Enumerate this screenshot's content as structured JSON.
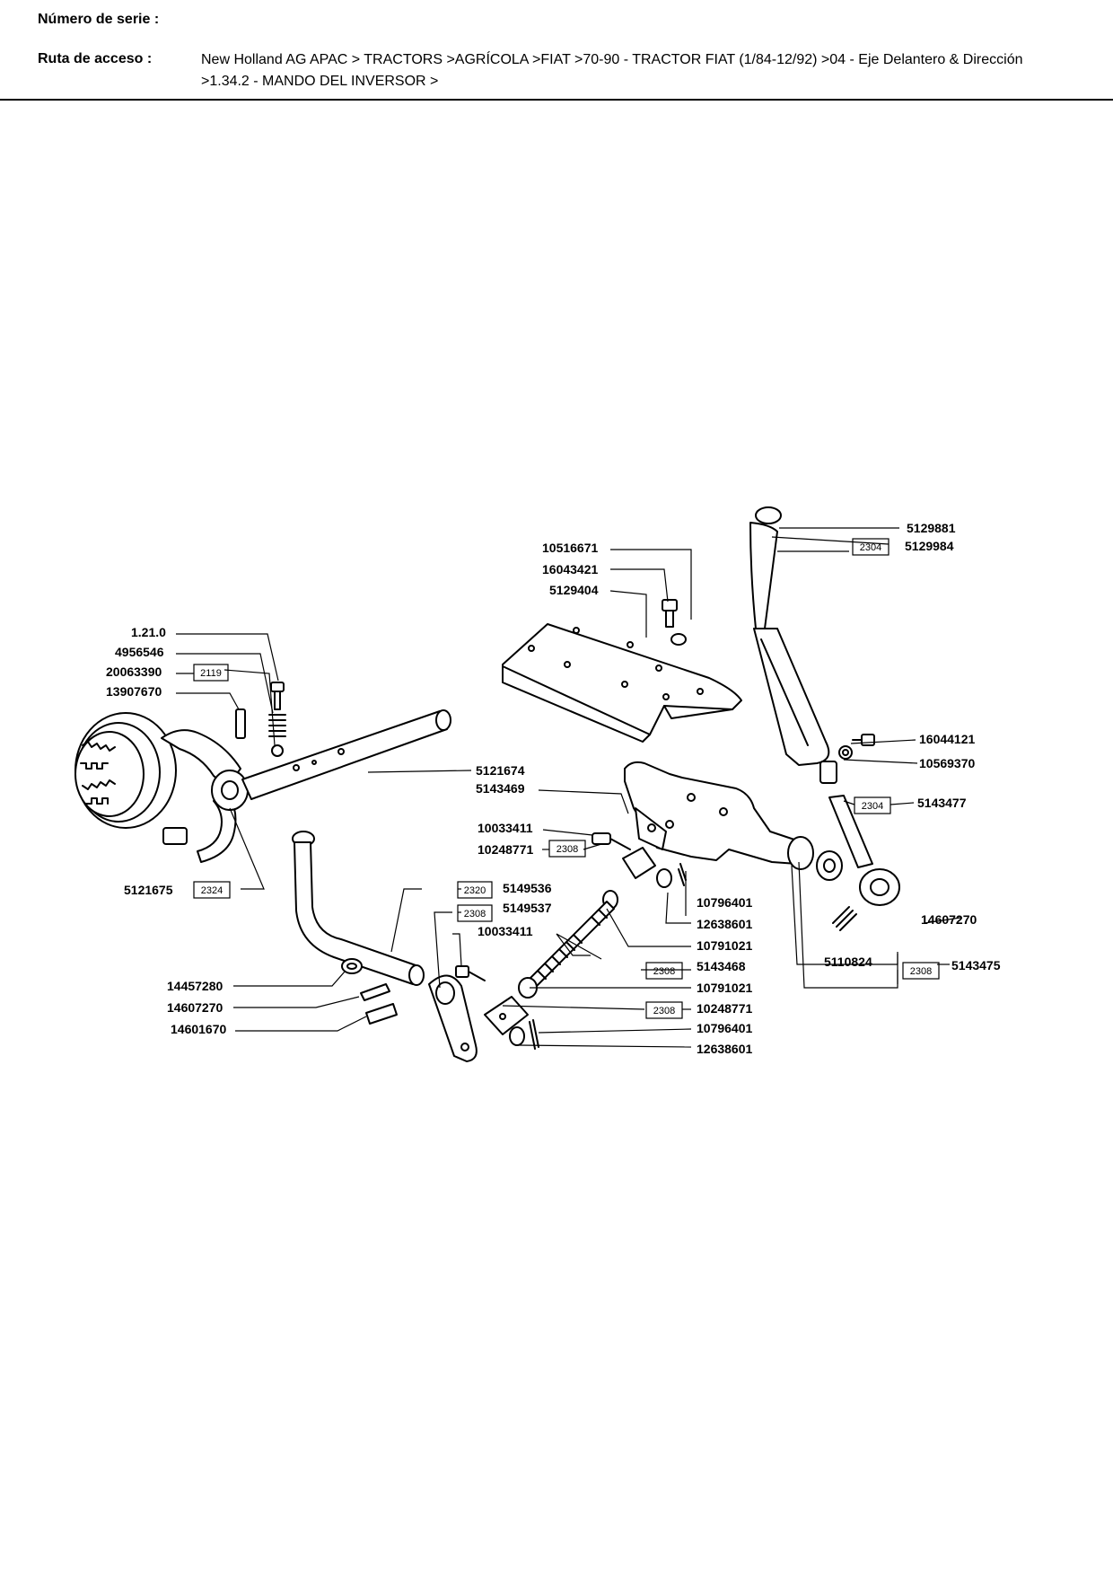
{
  "header": {
    "serial_label": "Número de serie :",
    "path_label": "Ruta de acceso :",
    "path_line1": "New Holland AG APAC > TRACTORS >AGRÍCOLA >FIAT >70-90 - TRACTOR FIAT  (1/84-12/92) >04 - Eje Delantero & Dirección",
    "path_line2": ">1.34.2 - MANDO DEL INVERSOR >"
  },
  "diagram": {
    "parts": {
      "p5129881": "5129881",
      "p5129984": "5129984",
      "p10516671": "10516671",
      "p16043421": "16043421",
      "p5129404": "5129404",
      "p1210": "1.21.0",
      "p4956546": "4956546",
      "p20063390": "20063390",
      "p13907670": "13907670",
      "p5121674": "5121674",
      "p5143469": "5143469",
      "p16044121": "16044121",
      "p10569370": "10569370",
      "p5143477": "5143477",
      "p10033411a": "10033411",
      "p10248771a": "10248771",
      "p5121675": "5121675",
      "p5149536": "5149536",
      "p5149537": "5149537",
      "p10796401a": "10796401",
      "p12638601a": "12638601",
      "p14607270a": "14607270",
      "p10033411b": "10033411",
      "p10791021a": "10791021",
      "p5143468": "5143468",
      "p5110824": "5110824",
      "p5143475": "5143475",
      "p14457280": "14457280",
      "p14607270b": "14607270",
      "p14601670": "14601670",
      "p10791021b": "10791021",
      "p10248771b": "10248771",
      "p10796401b": "10796401",
      "p12638601b": "12638601"
    },
    "refs": {
      "r2304a": "2304",
      "r2119": "2119",
      "r2304b": "2304",
      "r2308a": "2308",
      "r2324": "2324",
      "r2320": "2320",
      "r2308b": "2308",
      "r2308c": "2308",
      "r2308d": "2308",
      "r2308e": "2308"
    }
  }
}
